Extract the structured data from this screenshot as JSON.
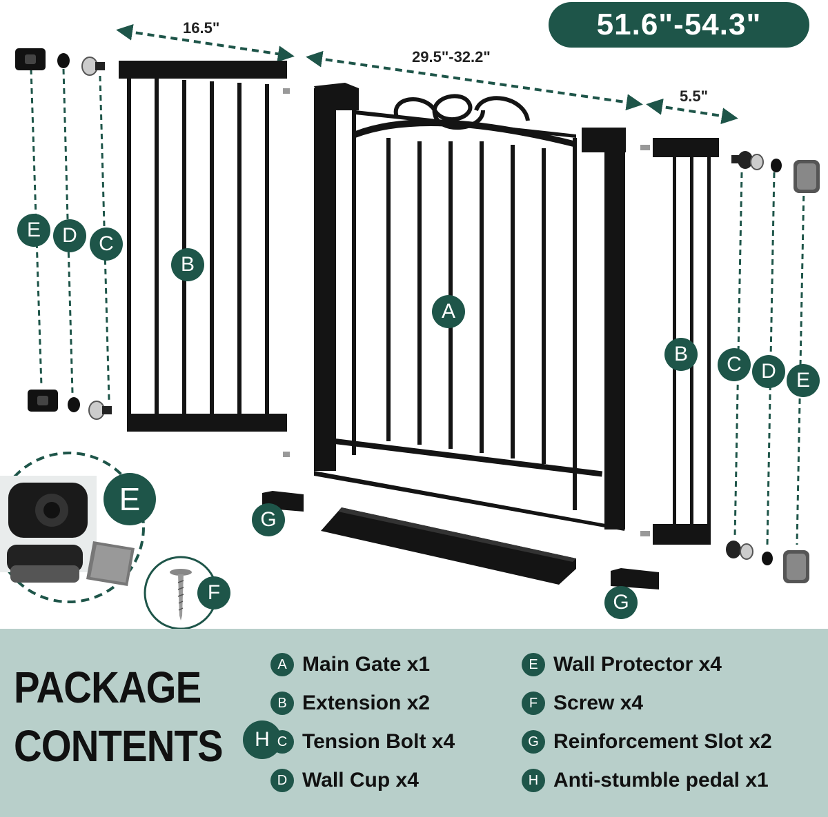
{
  "dimensions": {
    "total": "51.6\"-54.3\"",
    "left_extension": "16.5\"",
    "main_gate": "29.5\"-32.2\"",
    "right_extension": "5.5\""
  },
  "diagram_labels": {
    "A": "A",
    "B": "B",
    "C": "C",
    "D": "D",
    "E": "E",
    "F": "F",
    "G": "G",
    "H": "H"
  },
  "package": {
    "title_line1": "PACKAGE",
    "title_line2": "CONTENTS",
    "items": [
      {
        "letter": "A",
        "text": "Main Gate x1"
      },
      {
        "letter": "B",
        "text": "Extension x2"
      },
      {
        "letter": "C",
        "text": "Tension Bolt x4"
      },
      {
        "letter": "D",
        "text": "Wall Cup x4"
      },
      {
        "letter": "E",
        "text": "Wall Protector x4"
      },
      {
        "letter": "F",
        "text": "Screw x4"
      },
      {
        "letter": "G",
        "text": "Reinforcement Slot x2"
      },
      {
        "letter": "H",
        "text": "Anti-stumble pedal x1"
      }
    ]
  },
  "colors": {
    "accent": "#1e5549",
    "panel": "#b8cfca",
    "metal": "#141414"
  }
}
